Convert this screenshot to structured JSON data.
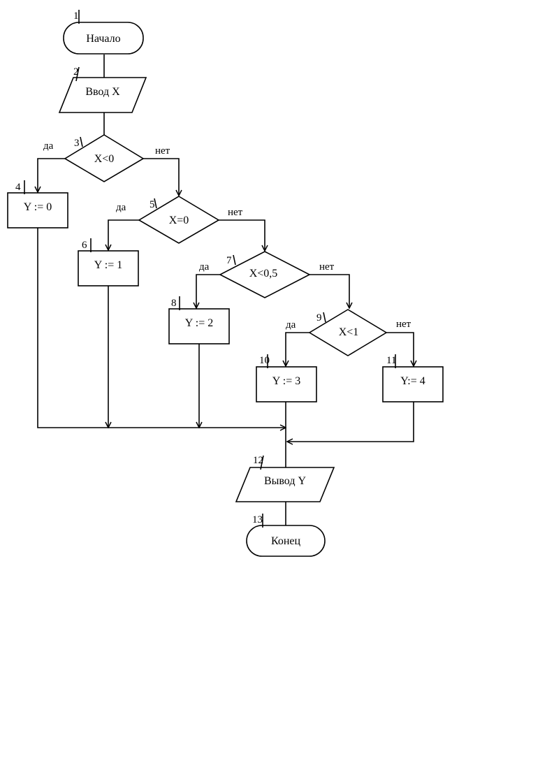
{
  "blocks": {
    "b1": {
      "num": "1",
      "text": "Начало"
    },
    "b2": {
      "num": "2",
      "text": "Ввод X"
    },
    "b3": {
      "num": "3",
      "text": "X<0"
    },
    "b4": {
      "num": "4",
      "text": "Y := 0"
    },
    "b5": {
      "num": "5",
      "text": "X=0"
    },
    "b6": {
      "num": "6",
      "text": "Y := 1"
    },
    "b7": {
      "num": "7",
      "text": "X<0,5"
    },
    "b8": {
      "num": "8",
      "text": "Y := 2"
    },
    "b9": {
      "num": "9",
      "text": "X<1"
    },
    "b10": {
      "num": "10",
      "text": "Y := 3"
    },
    "b11": {
      "num": "11",
      "text": "Y:= 4"
    },
    "b12": {
      "num": "12",
      "text": "Вывод Y"
    },
    "b13": {
      "num": "13",
      "text": "Конец"
    }
  },
  "branches": {
    "b3": {
      "yes": "да",
      "no": "нет"
    },
    "b5": {
      "yes": "да",
      "no": "нет"
    },
    "b7": {
      "yes": "да",
      "no": "нет"
    },
    "b9": {
      "yes": "да",
      "no": "нет"
    }
  }
}
